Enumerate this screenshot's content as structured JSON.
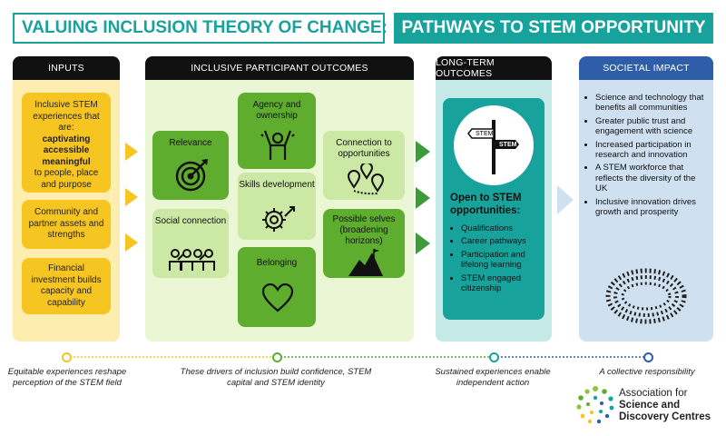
{
  "header": {
    "title_left": "VALUING INCLUSION THEORY OF CHANGE:",
    "title_right": "PATHWAYS TO STEM OPPORTUNITY"
  },
  "inputs": {
    "heading": "INPUTS",
    "box1": {
      "line1": "Inclusive STEM experiences that are:",
      "bold": "captivating accessible meaningful",
      "line2": "to people, place and purpose"
    },
    "box2": "Community and partner assets and strengths",
    "box3": "Financial investment builds capacity and capability"
  },
  "outcomes": {
    "heading": "INCLUSIVE PARTICIPANT OUTCOMES",
    "relevance": "Relevance",
    "social_connection": "Social connection",
    "agency": "Agency and ownership",
    "skills": "Skills development",
    "belonging": "Belonging",
    "connection_opportunities": "Connection to opportunities",
    "possible_selves": "Possible selves (broadening horizons)"
  },
  "longterm": {
    "heading": "LONG-TERM OUTCOMES",
    "sign_a": "STEM",
    "sign_b": "STEM",
    "title": "Open to STEM opportunities:",
    "items": [
      "Qualifications",
      "Career pathways",
      "Participation and lifelong learning",
      "STEM engaged citizenship"
    ]
  },
  "societal": {
    "heading": "SOCIETAL IMPACT",
    "items": [
      "Science and technology that benefits all communities",
      "Greater public trust and engagement with science",
      "Increased participation in research and innovation",
      "A STEM workforce that reflects the diversity of the UK",
      "Inclusive innovation drives growth and prosperity"
    ]
  },
  "captions": {
    "c1": "Equitable experiences reshape perception of the STEM field",
    "c2": "These drivers of inclusion build confidence, STEM capital and STEM identity",
    "c3": "Sustained experiences enable independent action",
    "c4": "A collective responsibility"
  },
  "logo": {
    "line1": "Association for",
    "line2": "Science and",
    "line3": "Discovery Centres"
  },
  "colors": {
    "teal": "#17a39b",
    "yellow": "#f6c522",
    "green": "#5fad2e",
    "navy": "#2e5ea8"
  }
}
